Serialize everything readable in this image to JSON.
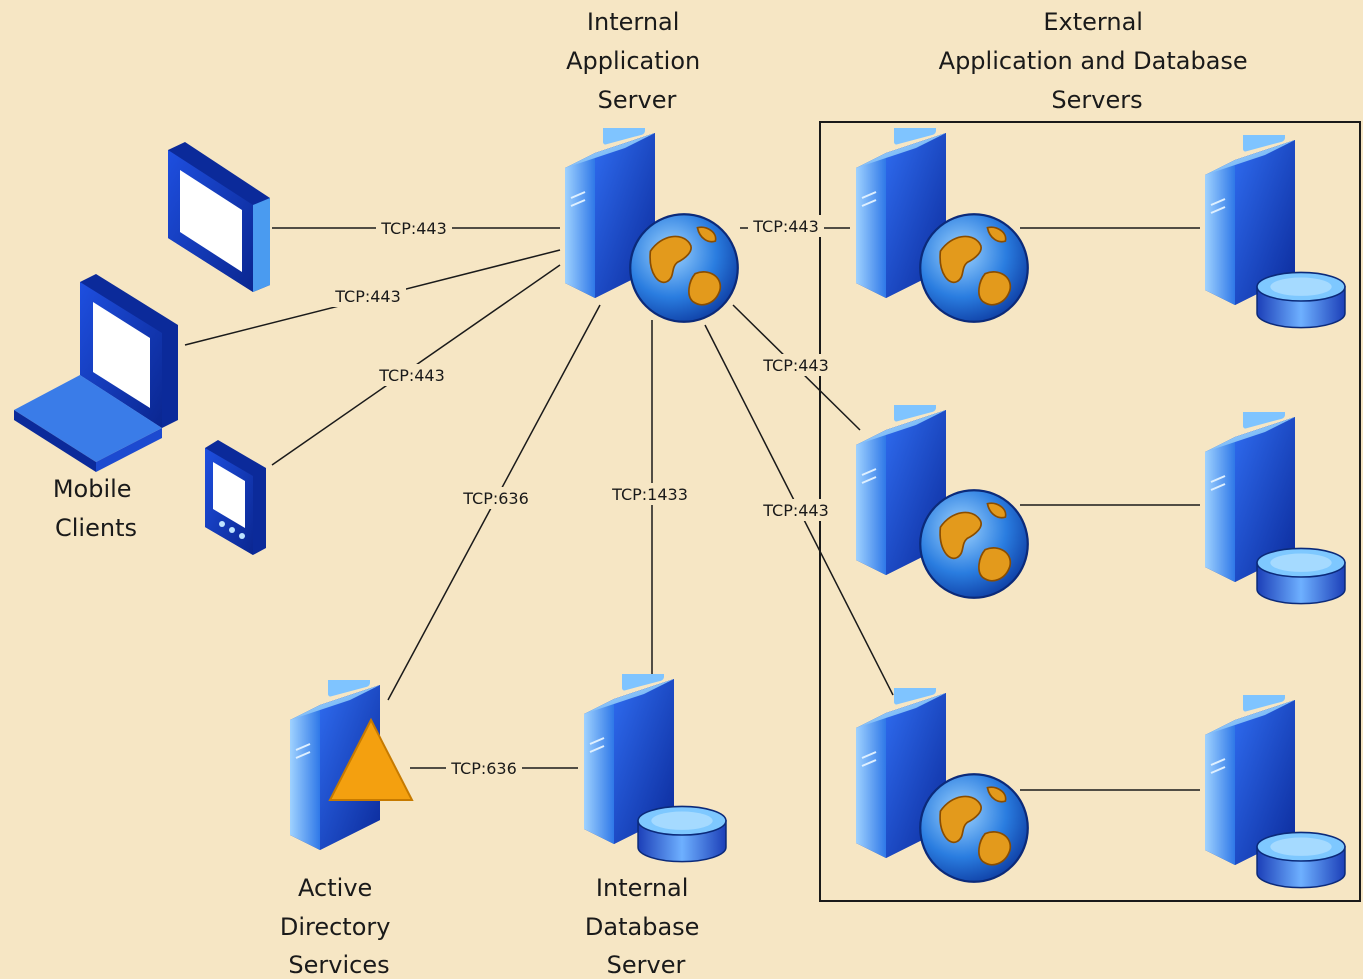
{
  "nodes": {
    "internal_app_server": {
      "label_lines": [
        "Internal",
        "Application",
        "Server"
      ],
      "icon": "web-server-icon"
    },
    "external_servers": {
      "label_lines": [
        "External",
        "Application and Database",
        "Servers"
      ]
    },
    "mobile_clients": {
      "label_lines": [
        "Mobile",
        "Clients"
      ],
      "icons": [
        "tablet-icon",
        "laptop-icon",
        "pda-icon"
      ]
    },
    "active_directory": {
      "label_lines": [
        "Active",
        "Directory",
        "Services"
      ],
      "icon": "directory-server-icon"
    },
    "internal_db_server": {
      "label_lines": [
        "Internal",
        "Database",
        "Server"
      ],
      "icon": "database-server-icon"
    },
    "external_app_servers": {
      "icon": "web-server-icon",
      "count": 3
    },
    "external_db_servers": {
      "icon": "database-server-icon",
      "count": 3
    }
  },
  "edges": {
    "tablet_to_app": "TCP:443",
    "laptop_to_app": "TCP:443",
    "pda_to_app": "TCP:443",
    "app_to_ext1": "TCP:443",
    "app_to_ext2": "TCP:443",
    "app_to_ext3": "TCP:443",
    "app_to_ad": "TCP:636",
    "app_to_db": "TCP:1433",
    "ad_to_db": "TCP:636"
  },
  "colors": {
    "background": "#f6e6c4",
    "server_blue": "#1f4fd6",
    "server_light": "#6fb4ff",
    "globe_blue": "#2a7de0",
    "globe_land": "#e39a1c",
    "warning_orange": "#f4a00f"
  }
}
